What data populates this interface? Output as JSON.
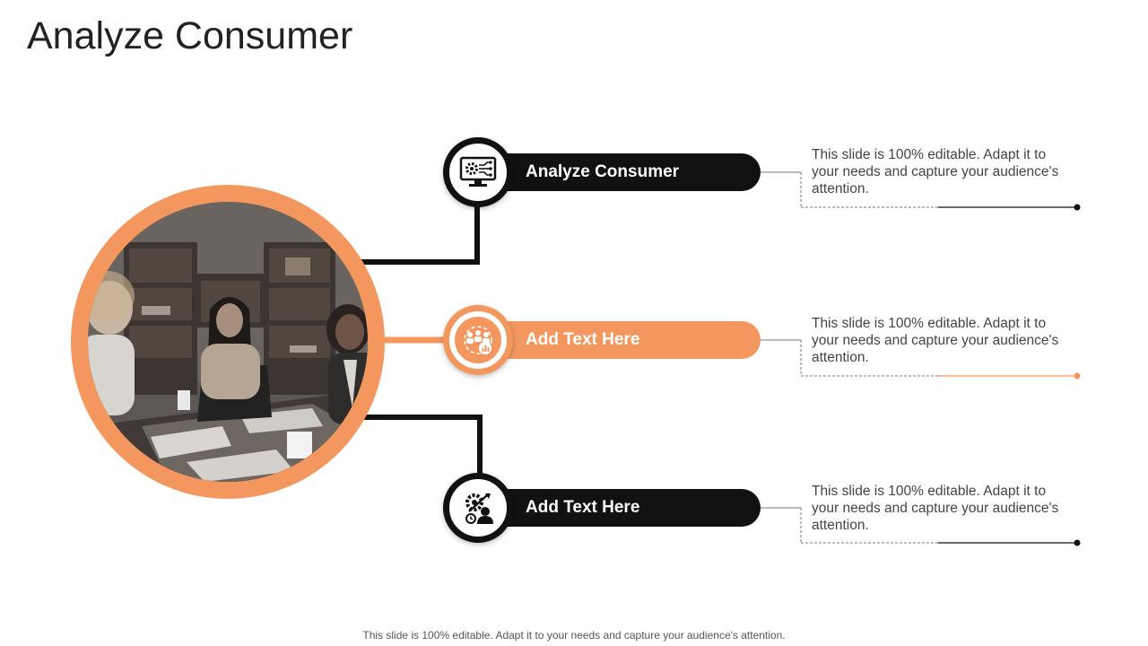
{
  "slide": {
    "title": "Analyze Consumer",
    "footer": "This slide is 100% editable. Adapt it to your needs and capture your audience's attention."
  },
  "colors": {
    "accent": "#F4975F",
    "dark": "#111111",
    "text": "#444444"
  },
  "items": [
    {
      "label": "Analyze Consumer",
      "description": "This slide is 100% editable. Adapt it to your needs and capture your audience's attention.",
      "icon": "monitor-gear-icon",
      "theme": "dark"
    },
    {
      "label": "Add Text Here",
      "description": "This slide is 100% editable. Adapt it to your needs and capture your audience's attention.",
      "icon": "customer-cycle-icon",
      "theme": "orange"
    },
    {
      "label": "Add Text Here",
      "description": "This slide is 100% editable. Adapt it to your needs and capture your audience's attention.",
      "icon": "person-gear-icon",
      "theme": "dark"
    }
  ],
  "image": {
    "subject": "team-meeting-photo"
  }
}
